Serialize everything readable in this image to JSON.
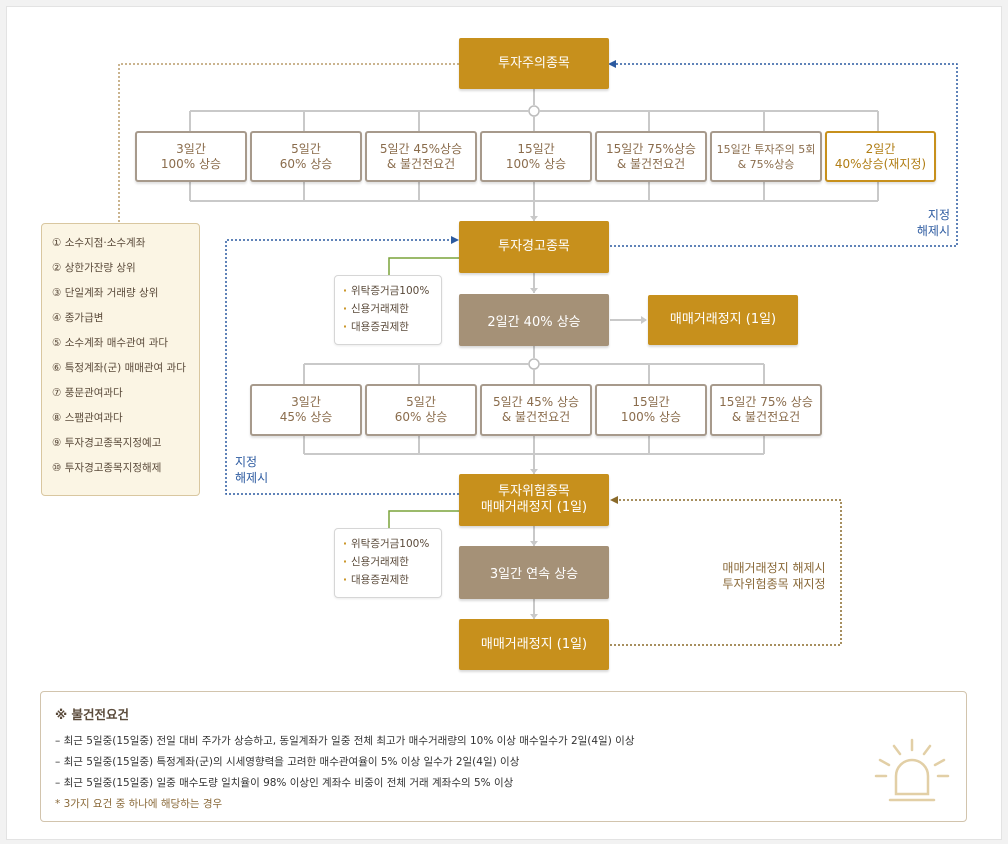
{
  "caution": {
    "label": "투자주의종목"
  },
  "caution_criteria": [
    {
      "l1": "3일간",
      "l2": "100% 상승"
    },
    {
      "l1": "5일간",
      "l2": "60% 상승"
    },
    {
      "l1": "5일간 45%상승",
      "l2": "& 불건전요건"
    },
    {
      "l1": "15일간",
      "l2": "100% 상승"
    },
    {
      "l1": "15일간 75%상승",
      "l2": "& 불건전요건"
    },
    {
      "l1": "15일간 투자주의 5회",
      "l2": "& 75%상승"
    },
    {
      "l1": "2일간",
      "l2": "40%상승(재지정)"
    }
  ],
  "legend": [
    "① 소수지점·소수계좌",
    "② 상한가잔량 상위",
    "③ 단일계좌 거래량 상위",
    "④ 종가급변",
    "⑤ 소수계좌 매수관여 과다",
    "⑥ 특정계좌(군) 매매관여 과다",
    "⑦ 풍문관여과다",
    "⑧ 스팸관여과다",
    "⑨ 투자경고종목지정예고",
    "⑩ 투자경고종목지정해제"
  ],
  "designate_release_1": {
    "l1": "지정",
    "l2": "해제시"
  },
  "warning": {
    "label": "투자경고종목"
  },
  "restrictions_1": [
    "위탁증거금100%",
    "신용거래제한",
    "대용증권제한"
  ],
  "warning_trigger": {
    "label": "2일간 40% 상승"
  },
  "halt_1": {
    "label": "매매거래정지 (1일)"
  },
  "warning_criteria": [
    {
      "l1": "3일간",
      "l2": "45% 상승"
    },
    {
      "l1": "5일간",
      "l2": "60% 상승"
    },
    {
      "l1": "5일간 45% 상승",
      "l2": "& 불건전요건"
    },
    {
      "l1": "15일간",
      "l2": "100% 상승"
    },
    {
      "l1": "15일간 75% 상승",
      "l2": "& 불건전요건"
    }
  ],
  "designate_release_2": {
    "l1": "지정",
    "l2": "해제시"
  },
  "risk": {
    "l1": "투자위험종목",
    "l2": "매매거래정지 (1일)"
  },
  "restrictions_2": [
    "위탁증거금100%",
    "신용거래제한",
    "대용증권제한"
  ],
  "risk_trigger": {
    "label": "3일간 연속 상승"
  },
  "halt_2": {
    "label": "매매거래정지 (1일)"
  },
  "halt_release": {
    "l1": "매매거래정지 해제시",
    "l2": "투자위험종목 재지정"
  },
  "unfair": {
    "title": "※ 불건전요건",
    "lines": [
      "– 최근 5일중(15일중) 전일 대비 주가가 상승하고, 동일계좌가 일중 전체 최고가 매수거래량의 10% 이상 매수일수가 2일(4일) 이상",
      "– 최근 5일중(15일중) 특정계좌(군)의 시세영향력을 고려한 매수관여율이 5% 이상 일수가 2일(4일) 이상",
      "– 최근 5일중(15일중) 일중 매수도량 일치율이 98% 이상인 계좌수 비중이 전체 거래 계좌수의 5% 이상"
    ],
    "note": "*  3가지 요건 중  하나에 해당하는 경우"
  },
  "colors": {
    "gold": "#c7901c",
    "brown": "#a59177",
    "blue_dotted": "#2c5aa0",
    "brown_dotted": "#8a6a2a"
  }
}
